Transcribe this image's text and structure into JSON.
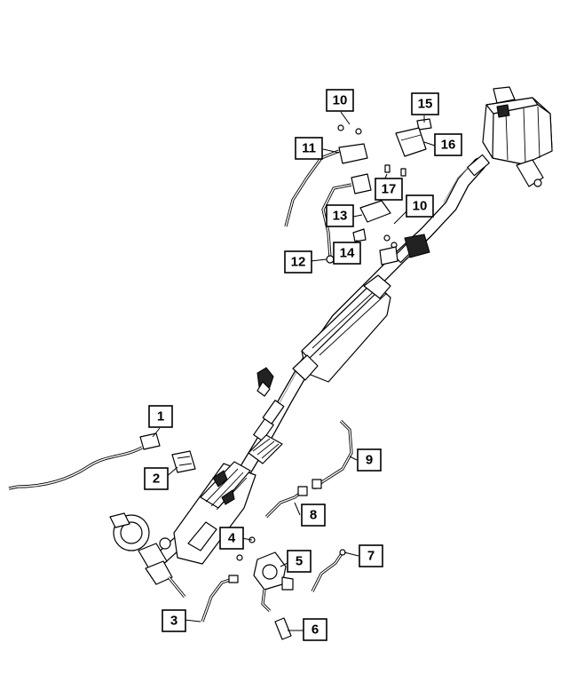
{
  "callouts": [
    {
      "id": "1",
      "label": "1"
    },
    {
      "id": "2",
      "label": "2"
    },
    {
      "id": "3",
      "label": "3"
    },
    {
      "id": "4",
      "label": "4"
    },
    {
      "id": "5",
      "label": "5"
    },
    {
      "id": "6",
      "label": "6"
    },
    {
      "id": "7",
      "label": "7"
    },
    {
      "id": "8",
      "label": "8"
    },
    {
      "id": "9",
      "label": "9"
    },
    {
      "id": "10a",
      "label": "10"
    },
    {
      "id": "10b",
      "label": "10"
    },
    {
      "id": "11",
      "label": "11"
    },
    {
      "id": "12",
      "label": "12"
    },
    {
      "id": "13",
      "label": "13"
    },
    {
      "id": "14",
      "label": "14"
    },
    {
      "id": "15",
      "label": "15"
    },
    {
      "id": "16",
      "label": "16"
    },
    {
      "id": "17",
      "label": "17"
    }
  ]
}
